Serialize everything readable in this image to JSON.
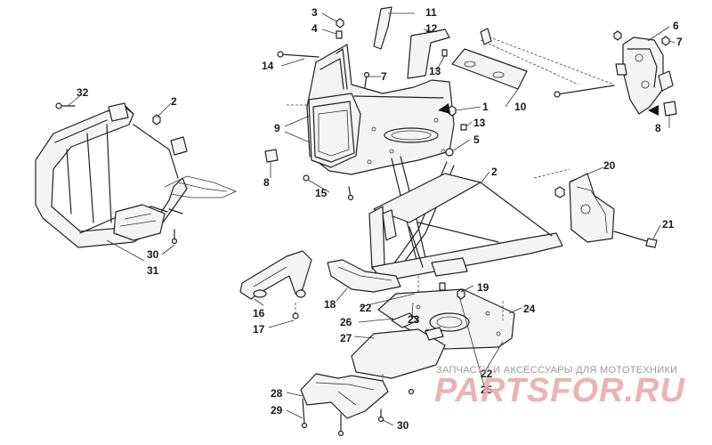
{
  "diagram": {
    "callouts": [
      {
        "id": "c32",
        "label": "32"
      },
      {
        "id": "c2a",
        "label": "2"
      },
      {
        "id": "c30a",
        "label": "30"
      },
      {
        "id": "c31",
        "label": "31"
      },
      {
        "id": "c3",
        "label": "3"
      },
      {
        "id": "c4",
        "label": "4"
      },
      {
        "id": "c11",
        "label": "11"
      },
      {
        "id": "c12",
        "label": "12"
      },
      {
        "id": "c13a",
        "label": "13"
      },
      {
        "id": "c14",
        "label": "14"
      },
      {
        "id": "c7a",
        "label": "7"
      },
      {
        "id": "c1",
        "label": "1"
      },
      {
        "id": "c9",
        "label": "9"
      },
      {
        "id": "c13b",
        "label": "13"
      },
      {
        "id": "c5",
        "label": "5"
      },
      {
        "id": "c8a",
        "label": "8"
      },
      {
        "id": "c15",
        "label": "15"
      },
      {
        "id": "c2b",
        "label": "2"
      },
      {
        "id": "c10",
        "label": "10"
      },
      {
        "id": "c6",
        "label": "6"
      },
      {
        "id": "c7b",
        "label": "7"
      },
      {
        "id": "c8b",
        "label": "8"
      },
      {
        "id": "c20",
        "label": "20"
      },
      {
        "id": "c21",
        "label": "21"
      },
      {
        "id": "c16",
        "label": "16"
      },
      {
        "id": "c17",
        "label": "17"
      },
      {
        "id": "c18",
        "label": "18"
      },
      {
        "id": "c22a",
        "label": "22"
      },
      {
        "id": "c23",
        "label": "23"
      },
      {
        "id": "c19",
        "label": "19"
      },
      {
        "id": "c24",
        "label": "24"
      },
      {
        "id": "c26",
        "label": "26"
      },
      {
        "id": "c27",
        "label": "27"
      },
      {
        "id": "c22b",
        "label": "22"
      },
      {
        "id": "c25",
        "label": "25"
      },
      {
        "id": "c28",
        "label": "28"
      },
      {
        "id": "c29",
        "label": "29"
      },
      {
        "id": "c30b",
        "label": "30"
      }
    ]
  },
  "watermark": {
    "tagline": "ЗАПЧАСТИ И АКСЕССУАРЫ ДЛЯ МОТОТЕХНИКИ",
    "logo": "PARTSFOR.RU"
  }
}
